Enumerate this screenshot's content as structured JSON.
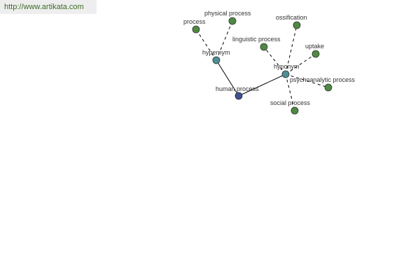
{
  "header": {
    "url": "http://www.artikata.com"
  },
  "colors": {
    "root_node": "#3f4f8f",
    "relation_node": "#4e9194",
    "leaf_node": "#4f8a42",
    "url_text": "#3e6b28"
  },
  "graph": {
    "nodes": [
      {
        "id": "human_process",
        "label": "human process",
        "kind": "root"
      },
      {
        "id": "hypernym",
        "label": "hypernym",
        "kind": "relation"
      },
      {
        "id": "hyponym",
        "label": "hyponym",
        "kind": "relation"
      },
      {
        "id": "process",
        "label": "process",
        "kind": "leaf"
      },
      {
        "id": "physical_process",
        "label": "physical process",
        "kind": "leaf"
      },
      {
        "id": "ossification",
        "label": "ossification",
        "kind": "leaf"
      },
      {
        "id": "linguistic_process",
        "label": "linguistic process",
        "kind": "leaf"
      },
      {
        "id": "uptake",
        "label": "uptake",
        "kind": "leaf"
      },
      {
        "id": "psychoanalytic_process",
        "label": "psychoanalytic process",
        "kind": "leaf"
      },
      {
        "id": "social_process",
        "label": "social process",
        "kind": "leaf"
      }
    ],
    "edges": [
      {
        "from": "human_process",
        "to": "hypernym",
        "style": "solid"
      },
      {
        "from": "human_process",
        "to": "hyponym",
        "style": "solid"
      },
      {
        "from": "hypernym",
        "to": "process",
        "style": "dashed"
      },
      {
        "from": "hypernym",
        "to": "physical_process",
        "style": "dashed"
      },
      {
        "from": "hyponym",
        "to": "ossification",
        "style": "dashed"
      },
      {
        "from": "hyponym",
        "to": "linguistic_process",
        "style": "dashed"
      },
      {
        "from": "hyponym",
        "to": "uptake",
        "style": "dashed"
      },
      {
        "from": "hyponym",
        "to": "psychoanalytic_process",
        "style": "dashed"
      },
      {
        "from": "hyponym",
        "to": "social_process",
        "style": "dashed"
      }
    ]
  }
}
